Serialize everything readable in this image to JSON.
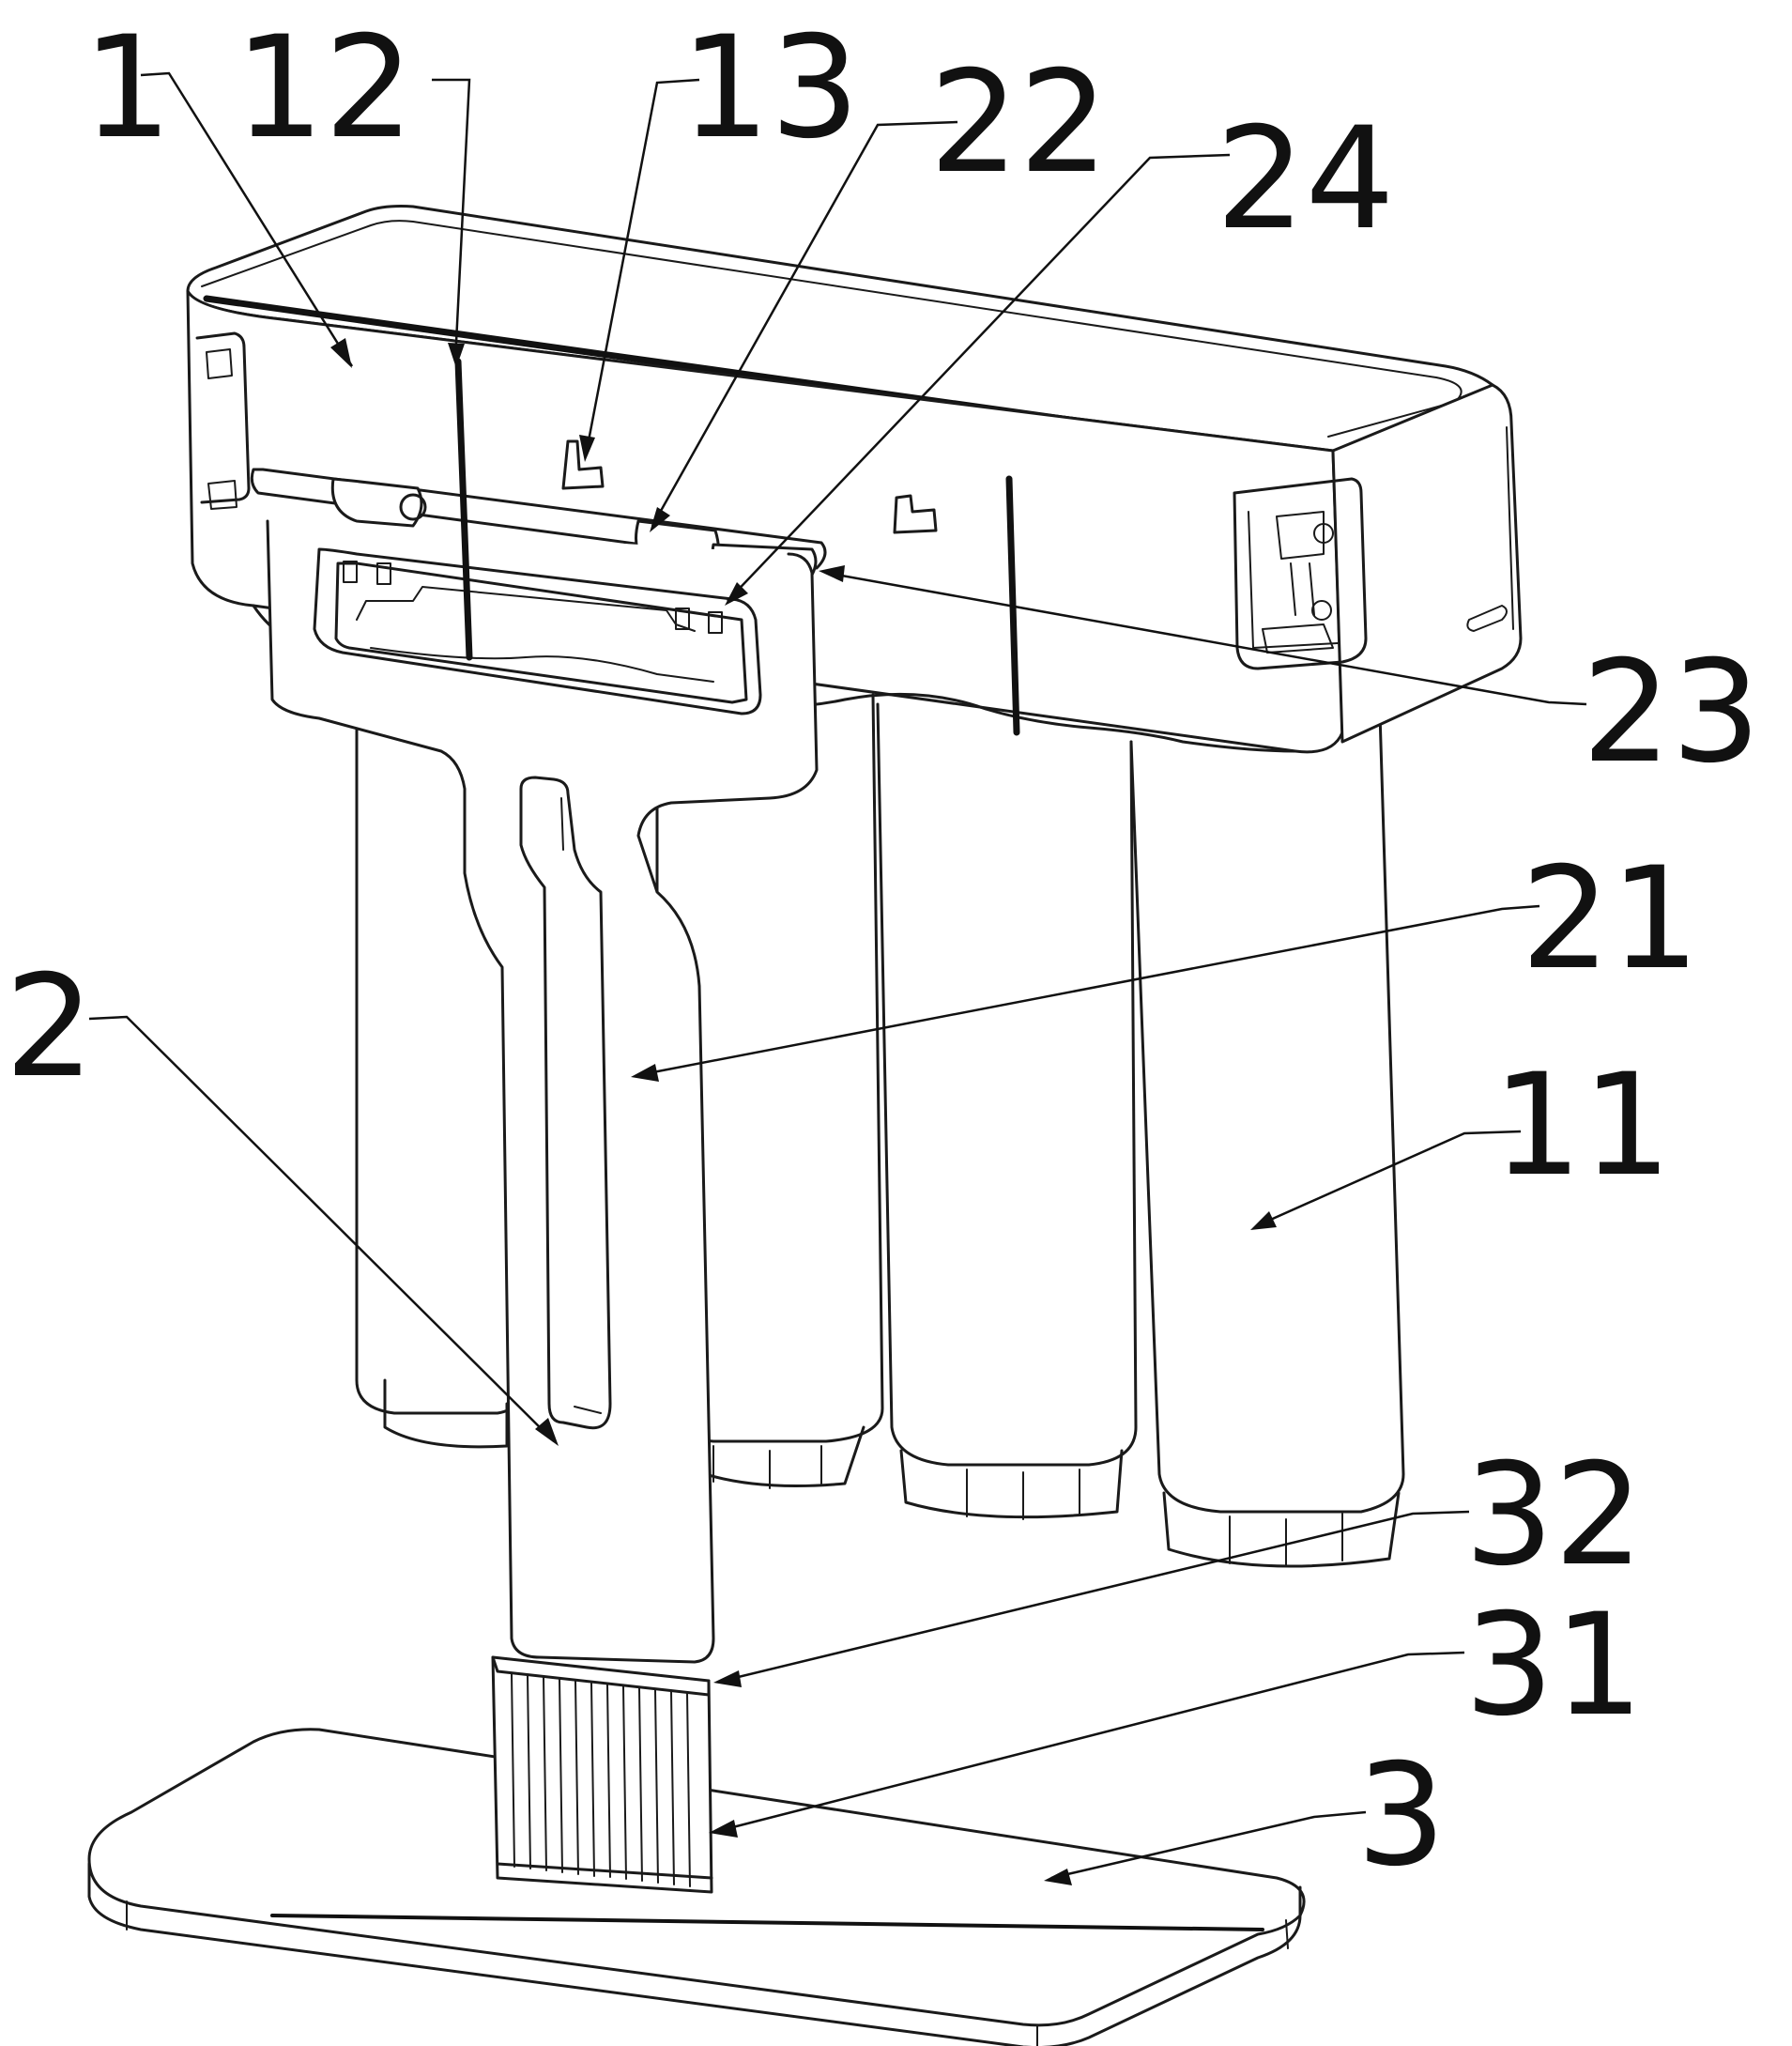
{
  "labels": [
    {
      "id": "l1",
      "text": "1"
    },
    {
      "id": "l12",
      "text": "12"
    },
    {
      "id": "l13",
      "text": "13"
    },
    {
      "id": "l22",
      "text": "22"
    },
    {
      "id": "l24",
      "text": "24"
    },
    {
      "id": "l23",
      "text": "23"
    },
    {
      "id": "l21",
      "text": "21"
    },
    {
      "id": "l2",
      "text": "2"
    },
    {
      "id": "l11",
      "text": "11"
    },
    {
      "id": "l32",
      "text": "32"
    },
    {
      "id": "l31",
      "text": "31"
    },
    {
      "id": "l3",
      "text": "3"
    }
  ],
  "colors": {
    "line": "#1a1a1a",
    "background": "#ffffff"
  }
}
